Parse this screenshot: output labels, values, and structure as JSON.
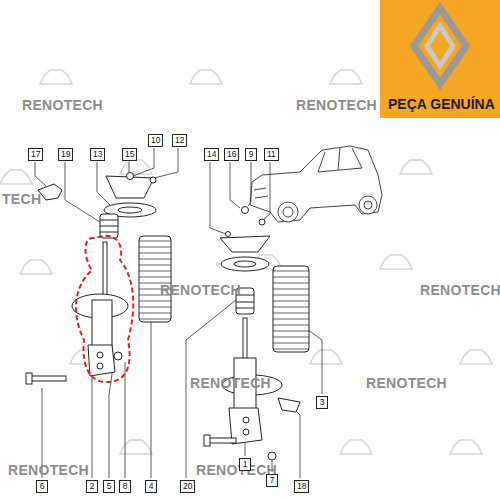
{
  "diagram": {
    "labels": [
      "PEÇA GENUÍNA",
      "RENOTECH",
      "RENOTECH",
      "TECH",
      "RENOTECH",
      "RENOTECH",
      "RENOTECH",
      "RENOTECH",
      "RENOTECH",
      "RENOTECH",
      "17",
      "19",
      "13",
      "15",
      "10",
      "12",
      "14",
      "16",
      "9",
      "11",
      "6",
      "2",
      "5",
      "8",
      "4",
      "20",
      "1",
      "7",
      "18",
      "3"
    ]
  }
}
